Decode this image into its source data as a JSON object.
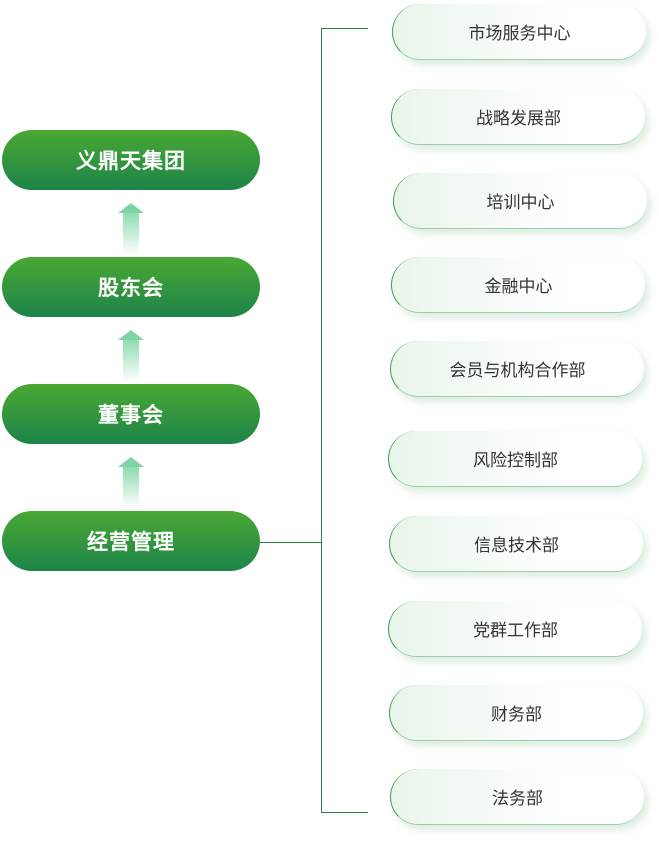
{
  "hierarchy": [
    "义鼎天集团",
    "股东会",
    "董事会",
    "经营管理"
  ],
  "departments": [
    "市场服务中心",
    "战略发展部",
    "培训中心",
    "金融中心",
    "会员与机构合作部",
    "风险控制部",
    "信息技术部",
    "党群工作部",
    "财务部",
    "法务部"
  ]
}
